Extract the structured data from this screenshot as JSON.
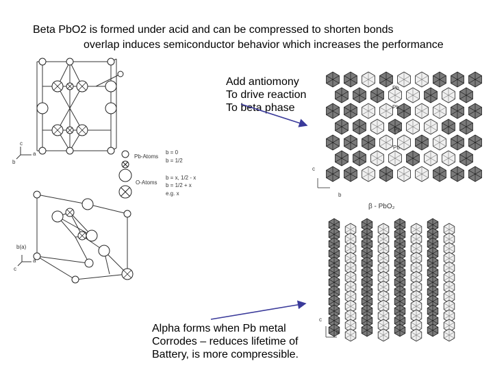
{
  "title_line1": "Beta PbO2 is formed under acid and can be compressed to shorten bonds",
  "title_line2": "overlap induces semiconductor behavior which increases the performance",
  "note_antimony": [
    "Add antiomony",
    "To drive reaction",
    "To beta phase"
  ],
  "note_alpha": [
    "Alpha forms when Pb metal",
    "Corrodes – reduces lifetime of",
    "Battery, is more compressible."
  ],
  "legend": {
    "pb_atoms": "Pb-Atoms",
    "o_atoms": "O-Atoms",
    "pb_params": [
      "b = 0",
      "b = 1/2"
    ],
    "o_params": [
      "b = x,  1/2 - x",
      "b = 1/2 + x",
      "e.g.  x"
    ]
  },
  "axes": {
    "c": "c",
    "a": "a",
    "b": "b",
    "b_a": "b(a)"
  },
  "beta_label": "β - PbO₂",
  "poly_labels": [
    "Pb",
    "Pb",
    "Pb",
    "Pb"
  ],
  "colors": {
    "line": "#000000",
    "sketch": "#444444",
    "arrow": "#3a3a9a"
  }
}
